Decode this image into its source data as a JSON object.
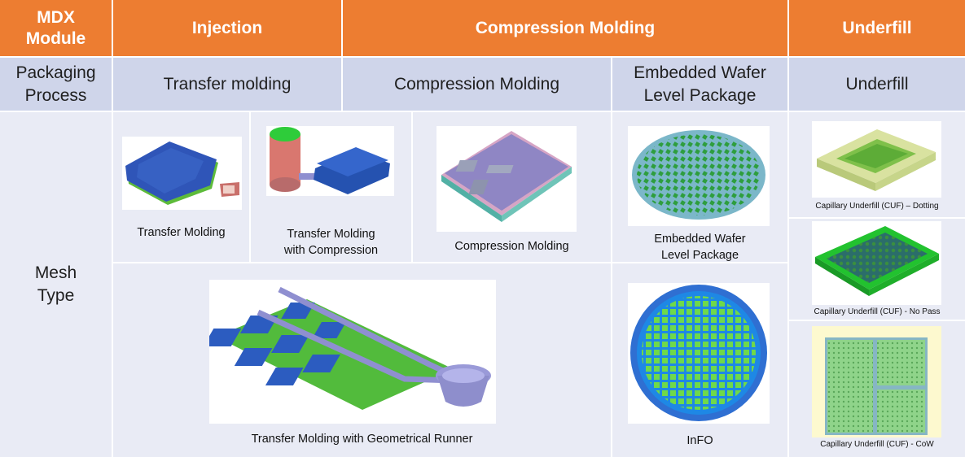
{
  "header": {
    "module": "MDX\nModule",
    "injection": "Injection",
    "compression": "Compression Molding",
    "underfill": "Underfill"
  },
  "process": {
    "label": "Packaging\nProcess",
    "transfer": "Transfer molding",
    "compression": "Compression Molding",
    "ewlp": "Embedded Wafer\nLevel Package",
    "underfill": "Underfill"
  },
  "mesh": {
    "label": "Mesh\nType",
    "transfer_molding": "Transfer Molding",
    "transfer_compression": "Transfer Molding\nwith Compression",
    "compression_molding": "Compression Molding",
    "ewlp": "Embedded Wafer\nLevel Package",
    "runner": "Transfer Molding with Geometrical Runner",
    "info": "InFO",
    "cuf_dotting": "Capillary Underfill (CUF) – Dotting",
    "cuf_nopass": "Capillary Underfill (CUF) - No Pass",
    "cuf_cow": "Capillary Underfill (CUF) - CoW"
  }
}
